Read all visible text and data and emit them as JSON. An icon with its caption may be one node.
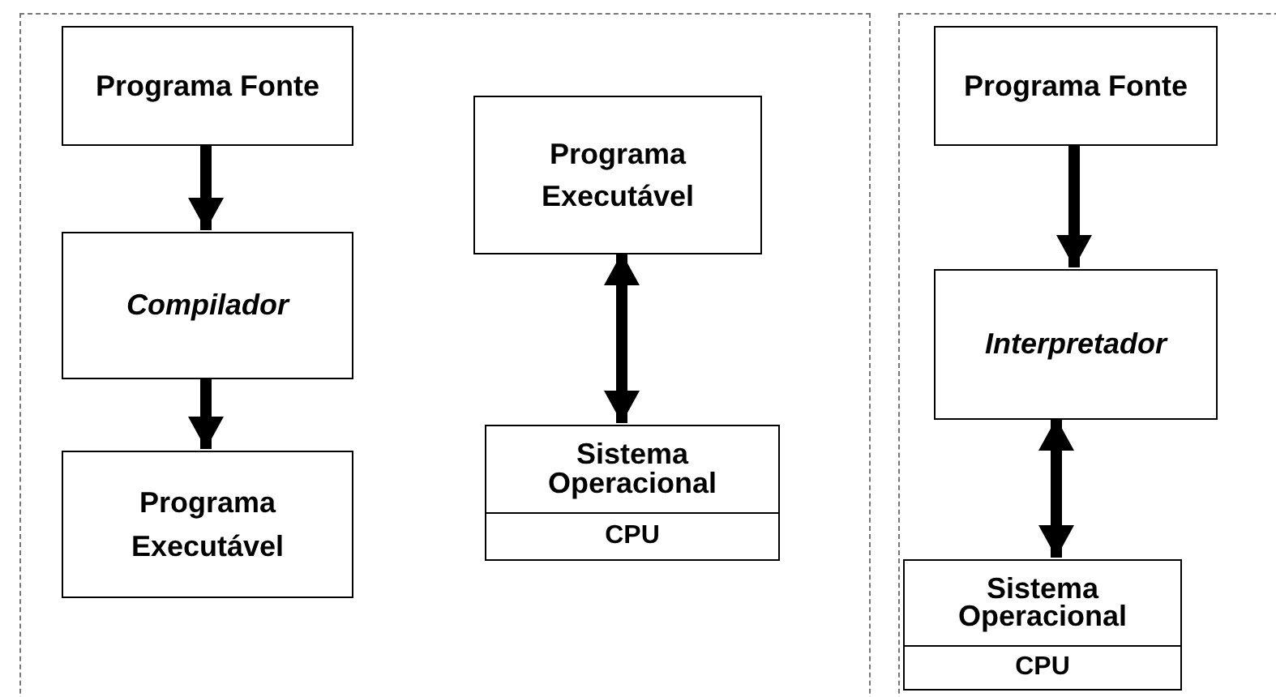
{
  "diagram": {
    "nodes": [
      {
        "text": [],
        "shape": "box"
      },
      {
        "text": [
          "Programa Fonte"
        ],
        "in": 0
      },
      {
        "text": [
          "Compilador"
        ],
        "in": 0
      },
      {
        "text": [
          "Programa Executável"
        ],
        "in": 0
      },
      {
        "text": [
          "Programa Executável"
        ],
        "in": 0
      },
      {
        "text": [
          "Sistema Operacional"
        ],
        "in": 0
      },
      {
        "text": [
          "CPU"
        ],
        "in": 0
      },
      {
        "text": [],
        "shape": "box"
      },
      {
        "text": [
          "Programa Fonte"
        ],
        "in": 7
      },
      {
        "text": [
          "Interpretador"
        ],
        "in": 7
      },
      {
        "text": [
          "Sistema Operacional"
        ],
        "in": 7
      },
      {
        "text": [
          "CPU"
        ],
        "in": 7
      }
    ],
    "edges": [
      {
        "from": 1,
        "to": 2,
        "arrow": "to"
      },
      {
        "from": 2,
        "to": 3,
        "arrow": "to"
      },
      {
        "from": 4,
        "to": 5,
        "arrow": "both"
      },
      {
        "from": 8,
        "to": 9,
        "arrow": "to"
      },
      {
        "from": 9,
        "to": 10,
        "arrow": "both"
      }
    ]
  }
}
